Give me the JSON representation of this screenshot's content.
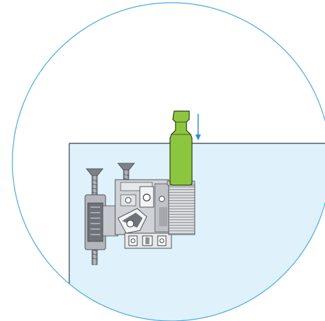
{
  "figure": {
    "colors": {
      "background": "#ffffff",
      "circle_outline": "#4aa8dd",
      "panel_fill": "#dff1fa",
      "panel_edge": "#2f3b44",
      "plug_fill": "#8cc63f",
      "plug_edge": "#2b3a12",
      "arrow": "#2f8fd0",
      "metal_light": "#d4d6d9",
      "metal_mid": "#a8acb1",
      "metal_dark": "#5d6268",
      "screw": "#8a8f95"
    },
    "parts": [
      {
        "id": "cabinet-panel",
        "icon": "panel"
      },
      {
        "id": "insertion-plug",
        "icon": "green-plug"
      },
      {
        "id": "press-direction",
        "icon": "down-arrow"
      },
      {
        "id": "hinge-base-plate",
        "icon": "mounting-plate"
      },
      {
        "id": "mounting-screws",
        "icon": "screw"
      }
    ]
  }
}
